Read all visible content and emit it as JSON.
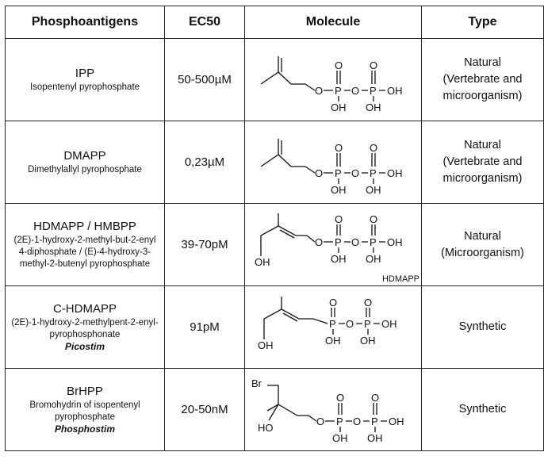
{
  "headers": {
    "name": "Phosphoantigens",
    "ec50": "EC50",
    "molecule": "Molecule",
    "type": "Type"
  },
  "rows": [
    {
      "abbr": "IPP",
      "full": "Isopentenyl pyrophosphate",
      "ec50": "50-500µM",
      "type_line1": "Natural",
      "type_line2": "(Vertebrate and",
      "type_line3": "microorganism)"
    },
    {
      "abbr": "DMAPP",
      "full": "Dimethylallyl pyrophosphate",
      "ec50": "0,23µM",
      "type_line1": "Natural",
      "type_line2": "(Vertebrate and",
      "type_line3": "microorganism)"
    },
    {
      "abbr": "HDMAPP / HMBPP",
      "full_line1": "(2E)-1-hydroxy-2-methyl-but-2-enyl",
      "full_line2": "4-diphosphate / (E)-4-hydroxy-3-",
      "full_line3": "methyl-2-butenyl pyrophosphate",
      "ec50": "39-70pM",
      "type_line1": "Natural",
      "type_line2": "(Microorganism)",
      "molecule_label": "HDMAPP"
    },
    {
      "abbr": "C-HDMAPP",
      "full_line1": "(2E)-1-hydroxy-2-methylpent-2-enyl-",
      "full_line2": "pyrophosphonate",
      "brand": "Picostim",
      "ec50": "91pM",
      "type_line1": "Synthetic"
    },
    {
      "abbr": "BrHPP",
      "full_line1": "Bromohydrin of isopentenyl",
      "full_line2": "pyrophosphate",
      "brand": "Phosphostim",
      "ec50": "20-50nM",
      "type_line1": "Synthetic"
    }
  ],
  "atoms": {
    "O": "O",
    "P": "P",
    "OH": "OH",
    "HO": "HO",
    "Br": "Br"
  }
}
